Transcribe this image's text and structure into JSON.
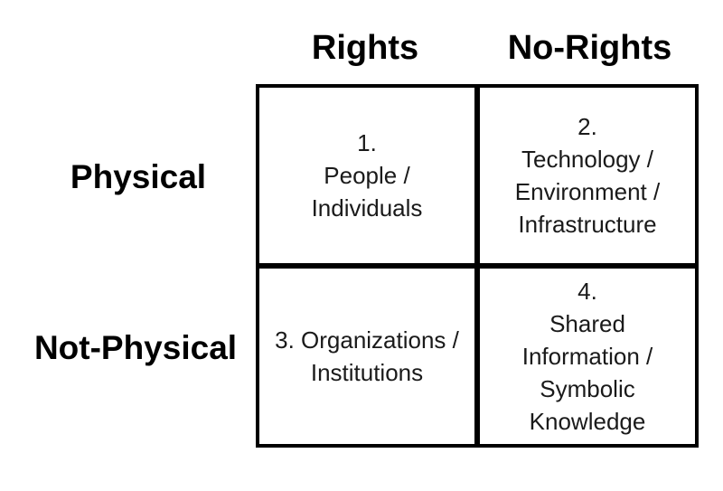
{
  "diagram": {
    "column_headers": [
      "Rights",
      "No-Rights"
    ],
    "row_headers": [
      "Physical",
      "Not-Physical"
    ],
    "quadrants": [
      {
        "number": "1",
        "lines": [
          "1.",
          "People /",
          "Individuals"
        ]
      },
      {
        "number": "2",
        "lines": [
          "2.",
          "Technology /",
          "Environment /",
          "Infrastructure"
        ]
      },
      {
        "number": "3",
        "lines": [
          "3. Organizations /",
          "Institutions"
        ]
      },
      {
        "number": "4",
        "lines": [
          "4.",
          "Shared",
          "Information /",
          "Symbolic",
          "Knowledge"
        ]
      }
    ]
  },
  "colors": {
    "border": "#000000",
    "cell_text": "#1a1a1a",
    "header_text": "#000000",
    "background": "#ffffff"
  }
}
